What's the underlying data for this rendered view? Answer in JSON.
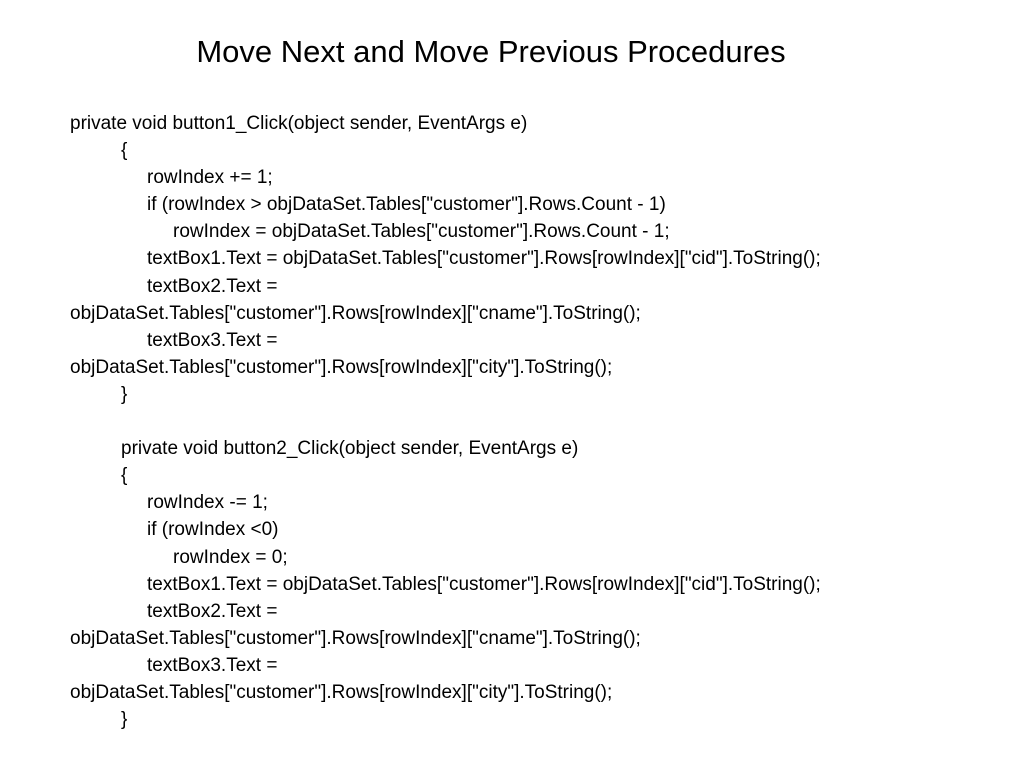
{
  "slide": {
    "title": "Move Next and Move Previous Procedures",
    "code_lines": [
      {
        "text": "private void button1_Click(object sender, EventArgs e)",
        "indent": 0
      },
      {
        "text": "{",
        "indent": 1
      },
      {
        "text": "rowIndex += 1;",
        "indent": 2
      },
      {
        "text": "if (rowIndex > objDataSet.Tables[\"customer\"].Rows.Count - 1)",
        "indent": 2
      },
      {
        "text": "rowIndex = objDataSet.Tables[\"customer\"].Rows.Count - 1;",
        "indent": 3
      },
      {
        "text": "textBox1.Text = objDataSet.Tables[\"customer\"].Rows[rowIndex][\"cid\"].ToString();",
        "indent": 2
      },
      {
        "text": "textBox2.Text =",
        "indent": 2
      },
      {
        "text": "objDataSet.Tables[\"customer\"].Rows[rowIndex][\"cname\"].ToString();",
        "indent": 0
      },
      {
        "text": "textBox3.Text =",
        "indent": 2
      },
      {
        "text": "objDataSet.Tables[\"customer\"].Rows[rowIndex][\"city\"].ToString();",
        "indent": 0
      },
      {
        "text": "}",
        "indent": 1
      },
      {
        "text": "",
        "indent": 0
      },
      {
        "text": "private void button2_Click(object sender, EventArgs e)",
        "indent": 1
      },
      {
        "text": "{",
        "indent": 1
      },
      {
        "text": "rowIndex -= 1;",
        "indent": 2
      },
      {
        "text": "if (rowIndex <0)",
        "indent": 2
      },
      {
        "text": "rowIndex = 0;",
        "indent": 3
      },
      {
        "text": "textBox1.Text = objDataSet.Tables[\"customer\"].Rows[rowIndex][\"cid\"].ToString();",
        "indent": 2
      },
      {
        "text": "textBox2.Text =",
        "indent": 2
      },
      {
        "text": "objDataSet.Tables[\"customer\"].Rows[rowIndex][\"cname\"].ToString();",
        "indent": 0
      },
      {
        "text": "textBox3.Text =",
        "indent": 2
      },
      {
        "text": "objDataSet.Tables[\"customer\"].Rows[rowIndex][\"city\"].ToString();",
        "indent": 0
      },
      {
        "text": "}",
        "indent": 1
      }
    ]
  }
}
